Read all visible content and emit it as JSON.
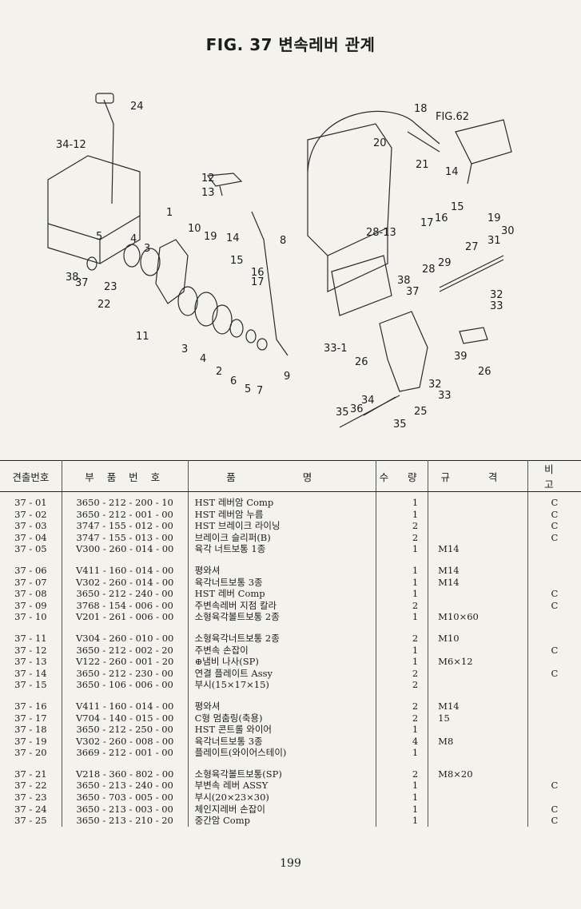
{
  "figure": {
    "title": "FIG. 37 변속레버 관계"
  },
  "diagram": {
    "callouts": [
      "24",
      "34-12",
      "1",
      "12",
      "13",
      "10",
      "19",
      "14",
      "15",
      "8",
      "18",
      "20",
      "21",
      "FIG.62",
      "14",
      "15",
      "16",
      "17",
      "19",
      "28-13",
      "27",
      "31",
      "30",
      "38",
      "37",
      "29",
      "28",
      "32",
      "33",
      "5",
      "4",
      "3",
      "38",
      "37",
      "22",
      "23",
      "11",
      "3",
      "4",
      "2",
      "6",
      "5",
      "7",
      "9",
      "16",
      "17",
      "33-1",
      "26",
      "39",
      "26",
      "32",
      "33",
      "34",
      "36",
      "35",
      "35",
      "25"
    ]
  },
  "table": {
    "headers": [
      "견출번호",
      "부 품 번 호",
      "품 명",
      "수 량",
      "규 격",
      "비 고"
    ],
    "groups": [
      [
        {
          "no": "37 - 01",
          "part": "3650 - 212 - 200 - 10",
          "name": "HST 레버암 Comp",
          "qty": "1",
          "spec": "",
          "note": "C"
        },
        {
          "no": "37 - 02",
          "part": "3650 - 212 - 001 - 00",
          "name": "HST 레버암 누름",
          "qty": "1",
          "spec": "",
          "note": "C"
        },
        {
          "no": "37 - 03",
          "part": "3747 - 155 - 012 - 00",
          "name": "HST 브레이크 라이닝",
          "qty": "2",
          "spec": "",
          "note": "C"
        },
        {
          "no": "37 - 04",
          "part": "3747 - 155 - 013 - 00",
          "name": "브레이크 슬리퍼(B)",
          "qty": "2",
          "spec": "",
          "note": "C"
        },
        {
          "no": "37 - 05",
          "part": "V300 - 260 - 014 - 00",
          "name": "육각 너트보통 1종",
          "qty": "1",
          "spec": "M14",
          "note": ""
        }
      ],
      [
        {
          "no": "37 - 06",
          "part": "V411 - 160 - 014 - 00",
          "name": "평와셔",
          "qty": "1",
          "spec": "M14",
          "note": ""
        },
        {
          "no": "37 - 07",
          "part": "V302 - 260 - 014 - 00",
          "name": "육각너트보통 3종",
          "qty": "1",
          "spec": "M14",
          "note": ""
        },
        {
          "no": "37 - 08",
          "part": "3650 - 212 - 240 - 00",
          "name": "HST 레버 Comp",
          "qty": "1",
          "spec": "",
          "note": "C"
        },
        {
          "no": "37 - 09",
          "part": "3768 - 154 - 006 - 00",
          "name": "주변속레버 지점 칼라",
          "qty": "2",
          "spec": "",
          "note": "C"
        },
        {
          "no": "37 - 10",
          "part": "V201 - 261 - 006 - 00",
          "name": "소형육각볼트보통 2종",
          "qty": "1",
          "spec": "M10×60",
          "note": ""
        }
      ],
      [
        {
          "no": "37 - 11",
          "part": "V304 - 260 - 010 - 00",
          "name": "소형육각너트보통 2종",
          "qty": "2",
          "spec": "M10",
          "note": ""
        },
        {
          "no": "37 - 12",
          "part": "3650 - 212 - 002 - 20",
          "name": "주변속 손잡이",
          "qty": "1",
          "spec": "",
          "note": "C"
        },
        {
          "no": "37 - 13",
          "part": "V122 - 260 - 001 - 20",
          "name": "⊕냄비 나사(SP)",
          "qty": "1",
          "spec": "M6×12",
          "note": ""
        },
        {
          "no": "37 - 14",
          "part": "3650 - 212 - 230 - 00",
          "name": "연결 플레이트 Assy",
          "qty": "2",
          "spec": "",
          "note": "C"
        },
        {
          "no": "37 - 15",
          "part": "3650 - 106 - 006 - 00",
          "name": "부시(15×17×15)",
          "qty": "2",
          "spec": "",
          "note": ""
        }
      ],
      [
        {
          "no": "37 - 16",
          "part": "V411 - 160 - 014 - 00",
          "name": "평와셔",
          "qty": "2",
          "spec": "M14",
          "note": ""
        },
        {
          "no": "37 - 17",
          "part": "V704 - 140 - 015 - 00",
          "name": "C형 멈춤링(축용)",
          "qty": "2",
          "spec": "15",
          "note": ""
        },
        {
          "no": "37 - 18",
          "part": "3650 - 212 - 250 - 00",
          "name": "HST 콘트롤 와이어",
          "qty": "1",
          "spec": "",
          "note": ""
        },
        {
          "no": "37 - 19",
          "part": "V302 - 260 - 008 - 00",
          "name": "육각너트보통 3종",
          "qty": "4",
          "spec": "M8",
          "note": ""
        },
        {
          "no": "37 - 20",
          "part": "3669 - 212 - 001 - 00",
          "name": "플레이트(와이어스테이)",
          "qty": "1",
          "spec": "",
          "note": ""
        }
      ],
      [
        {
          "no": "37 - 21",
          "part": "V218 - 360 - 802 - 00",
          "name": "소형육각볼트보통(SP)",
          "qty": "2",
          "spec": "M8×20",
          "note": ""
        },
        {
          "no": "37 - 22",
          "part": "3650 - 213 - 240 - 00",
          "name": "부변속 레버 ASSY",
          "qty": "1",
          "spec": "",
          "note": "C"
        },
        {
          "no": "37 - 23",
          "part": "3650 - 703 - 005 - 00",
          "name": "부시(20×23×30)",
          "qty": "1",
          "spec": "",
          "note": ""
        },
        {
          "no": "37 - 24",
          "part": "3650 - 213 - 003 - 00",
          "name": "체인지레버 손잡이",
          "qty": "1",
          "spec": "",
          "note": "C"
        },
        {
          "no": "37 - 25",
          "part": "3650 - 213 - 210 - 20",
          "name": "중간암 Comp",
          "qty": "1",
          "spec": "",
          "note": "C"
        }
      ]
    ]
  },
  "page": {
    "number": "199"
  }
}
